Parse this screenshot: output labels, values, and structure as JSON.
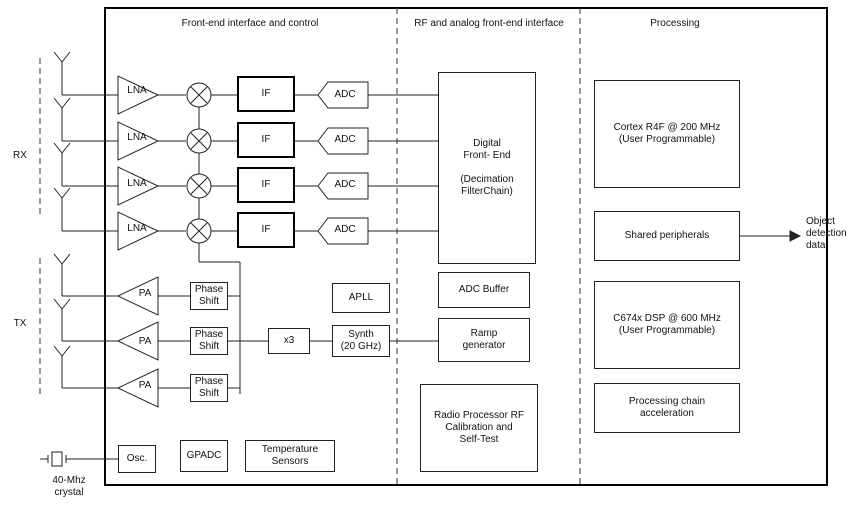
{
  "sections": {
    "frontend": "Front-end interface and control",
    "rf": "RF and analog front-end interface",
    "processing": "Processing"
  },
  "side": {
    "rx": "RX",
    "tx": "TX",
    "crystal": "40-Mhz\ncrystal"
  },
  "front": {
    "lna": "LNA",
    "if": "IF",
    "adc": "ADC",
    "pa": "PA",
    "phase_shift": "Phase\nShift",
    "x3": "x3",
    "synth": "Synth\n(20 GHz)",
    "apll": "APLL",
    "osc": "Osc.",
    "gpadc": "GPADC",
    "temp": "Temperature\nSensors"
  },
  "rf": {
    "dfe": "Digital\nFront- End\n\n(Decimation\nFilterChain)",
    "adc_buffer": "ADC Buffer",
    "ramp": "Ramp\ngenerator",
    "radio": "Radio Processor RF\nCalibration and\nSelf-Test"
  },
  "processing": {
    "cortex": "Cortex R4F @ 200 MHz\n(User Programmable)",
    "shared": "Shared peripherals",
    "dsp": "C674x DSP @ 600 MHz\n(User Programmable)",
    "accel": "Processing chain\nacceleration",
    "output": "Object\ndetection\ndata"
  }
}
